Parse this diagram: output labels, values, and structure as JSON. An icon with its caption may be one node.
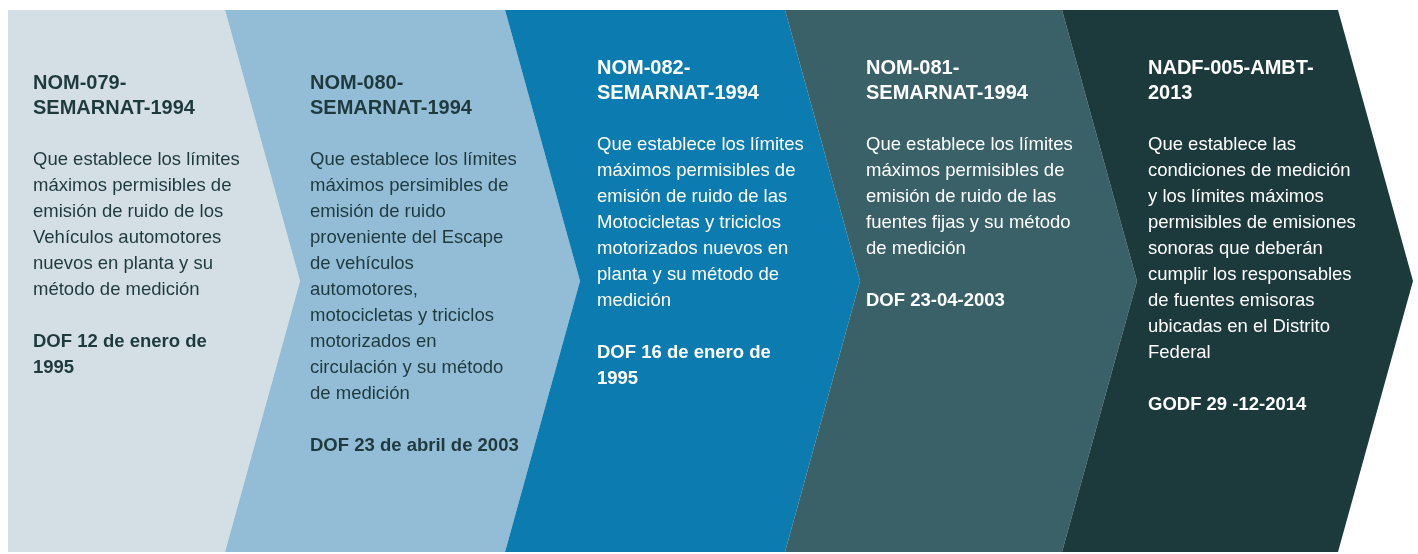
{
  "diagram": {
    "nodes": [
      {
        "text": [
          "NOM-079-SEMARNAT-1994",
          "Que establece los límites máximos permisibles de emisión de ruido de los Vehículos automotores nuevos en planta y su método de medición",
          "DOF 12 de enero de 1995"
        ]
      },
      {
        "text": [
          "NOM-080-SEMARNAT-1994",
          "Que establece los límites máximos persimibles de emisión de ruido proveniente del Escape de vehículos automotores, motocicletas y triciclos motorizados en circulación y su método de medición",
          "DOF 23 de abril de 2003"
        ]
      },
      {
        "text": [
          "NOM-082-SEMARNAT-1994",
          "Que establece los límites máximos permisibles de emisión de ruido de las Motocicletas y triciclos motorizados nuevos en planta y su método de medición",
          "DOF 16 de enero de 1995"
        ]
      },
      {
        "text": [
          "NOM-081-SEMARNAT-1994",
          "Que establece los límites máximos permisibles de emisión de ruido de las fuentes fijas y su método de medición",
          "DOF 23-04-2003"
        ]
      },
      {
        "text": [
          "NADF-005-AMBT-2013",
          "Que establece las condiciones de medición y los límites máximos permisibles de emisiones sonoras que deberán cumplir los responsables de fuentes emisoras ubicadas en el Distrito Federal",
          "GODF  29 -12-2014"
        ]
      }
    ]
  }
}
